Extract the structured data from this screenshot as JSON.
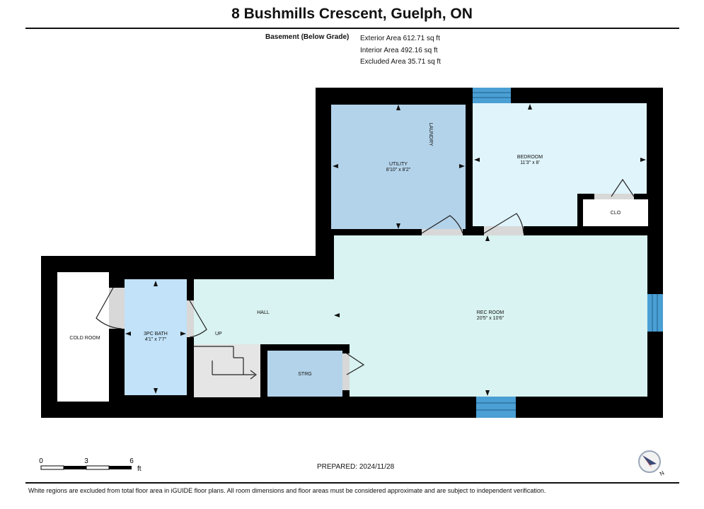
{
  "header": {
    "title": "8 Bushmills Crescent, Guelph, ON",
    "level_label": "Basement (Below Grade)",
    "areas": [
      "Exterior Area 612.71 sq ft",
      "Interior Area 492.16 sq ft",
      "Excluded Area 35.71 sq ft"
    ]
  },
  "rooms": {
    "utility": {
      "name": "UTILITY",
      "dims": "8'10\" x 8'2\""
    },
    "laundry": {
      "name": "LAUNDRY"
    },
    "bedroom": {
      "name": "BEDROOM",
      "dims": "11'3\" x 8'"
    },
    "closet": {
      "name": "CLO"
    },
    "cold_room": {
      "name": "COLD ROOM"
    },
    "bath": {
      "name": "3PC BATH",
      "dims": "4'1\" x 7'7\""
    },
    "hall": {
      "name": "HALL"
    },
    "up": {
      "name": "UP"
    },
    "rec_room": {
      "name": "REC ROOM",
      "dims": "20'5\" x 10'6\""
    },
    "storage": {
      "name": "STRG"
    }
  },
  "scale_bar": {
    "ticks": [
      "0",
      "3",
      "6"
    ],
    "unit": "ft"
  },
  "footer": {
    "prepared": "PREPARED: 2024/11/28",
    "disclaimer": "White regions are excluded from total floor area in iGUIDE floor plans. All room dimensions and floor areas must be considered approximate and are subject to independent verification."
  },
  "compass": {
    "label": "N"
  },
  "colors": {
    "wall": "#000000",
    "utility_fill": "#b3d3ea",
    "bedroom_fill": "#dff4fb",
    "bath_fill": "#c1e2f8",
    "rec_fill": "#d8f3f1",
    "storage_fill": "#b3d3ea",
    "stairs_fill": "#e5e5e5",
    "window_fill": "#4a9fd4",
    "door_swing_fill": "#d8d8d8"
  }
}
